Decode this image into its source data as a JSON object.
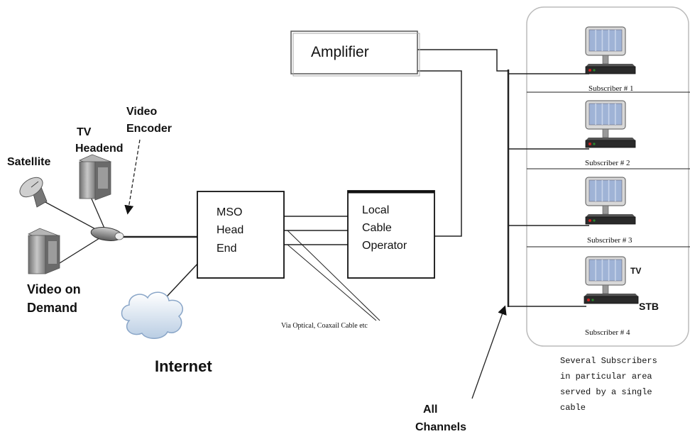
{
  "labels": {
    "video_encoder_line1": "Video",
    "video_encoder_line2": "Encoder",
    "tv_headend_line1": "TV",
    "tv_headend_line2": "Headend",
    "satellite": "Satellite",
    "video_on_demand_line1": "Video on",
    "video_on_demand_line2": "Demand",
    "internet": "Internet",
    "amplifier": "Amplifier",
    "mso_line1": "MSO",
    "mso_line2": "Head",
    "mso_line3": "End",
    "lco_line1": "Local",
    "lco_line2": "Cable",
    "lco_line3": "Operator",
    "via": "Via Optical, Coaxail Cable etc",
    "all_channels_line1": "All",
    "all_channels_line2": "Channels",
    "subscriber_1": "Subscriber # 1",
    "subscriber_2": "Subscriber # 2",
    "subscriber_3": "Subscriber # 3",
    "subscriber_4": "Subscriber # 4",
    "tv": "TV",
    "stb": "STB",
    "several_line1": "Several Subscribers",
    "several_line2": "in particular area",
    "several_line3": "served by a single",
    "several_line4": "cable"
  },
  "colors": {
    "line": "#222222",
    "screen": "#9fb3d6",
    "stb_body": "#2a2a2a",
    "stb_led": "#cc2222",
    "server": "#8a8a8a",
    "cloud": "#dde8f4"
  },
  "icons": [
    "satellite-dish-icon",
    "server-icon",
    "encoder-icon",
    "cloud-icon",
    "tv-icon",
    "set-top-box-icon"
  ]
}
